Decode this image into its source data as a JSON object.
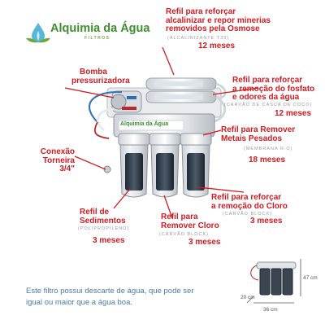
{
  "colors": {
    "label_red": "#d31b22",
    "note_blue": "#4a7baa",
    "brand_green": "#3f8f2f"
  },
  "logo": {
    "title": "Alquimia da Água",
    "subtitle": "FILTROS",
    "icon": "lotus-drop-icon"
  },
  "labels": {
    "refil_alcalino": {
      "lines": [
        "Refil para reforçar",
        "alcalinizar e repor minerias",
        "removidos pela Osmose"
      ],
      "sub": "(ALCALINIZANTE T33)",
      "duration": "12 meses"
    },
    "refil_fosfato": {
      "lines": [
        "Refil para reforçar",
        "a remoção do fosfato",
        "e odores da água"
      ],
      "sub": "(CARVÃO DE CASCA DE COCO)",
      "duration": "12 meses"
    },
    "refil_metais": {
      "lines": [
        "Refil para Remover",
        "Metais Pesados"
      ],
      "sub": "(MEMBRANA R.O)",
      "duration": "18 meses"
    },
    "refil_cloro_reforco": {
      "lines": [
        "Refil para reforçar",
        "a remoção do Cloro"
      ],
      "sub": "(CARVÃO BLOCK)",
      "duration": "3 meses"
    },
    "refil_cloro": {
      "lines": [
        "Refil para",
        "Remover Cloro"
      ],
      "sub": "(CARVÃO BLOCK)",
      "duration": "3 meses"
    },
    "refil_sedimentos": {
      "lines": [
        "Refil de",
        "Sedimentos"
      ],
      "sub": "(POLIPROPILENO)",
      "duration": "3 meses"
    },
    "bomba": {
      "lines": [
        "Bomba",
        "pressurizadora"
      ]
    },
    "conexao": {
      "lines": [
        "Conexão",
        "Torneira",
        "3/4\""
      ]
    }
  },
  "note": "Este filtro possui descarte de água, que pode ser igual ou maior que a água boa.",
  "dimensions": {
    "depth": "20 cm",
    "width": "36 cm",
    "height": "47 cm"
  },
  "product_label": "Alquimia da Água"
}
